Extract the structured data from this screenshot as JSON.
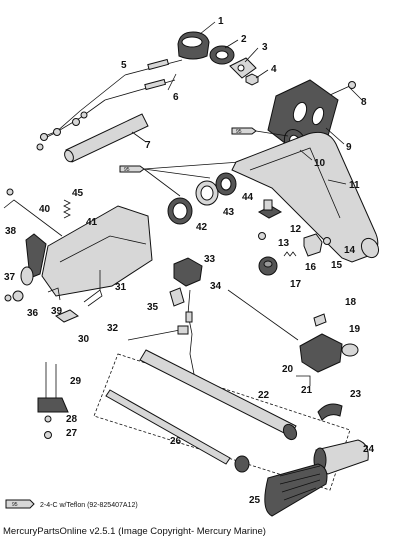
{
  "callouts": [
    {
      "id": "1",
      "label": "1"
    },
    {
      "id": "2",
      "label": "2"
    },
    {
      "id": "3",
      "label": "3"
    },
    {
      "id": "4",
      "label": "4"
    },
    {
      "id": "5",
      "label": "5"
    },
    {
      "id": "6",
      "label": "6"
    },
    {
      "id": "7",
      "label": "7"
    },
    {
      "id": "8",
      "label": "8"
    },
    {
      "id": "9",
      "label": "9"
    },
    {
      "id": "10",
      "label": "10"
    },
    {
      "id": "11",
      "label": "11"
    },
    {
      "id": "12",
      "label": "12"
    },
    {
      "id": "13",
      "label": "13"
    },
    {
      "id": "14",
      "label": "14"
    },
    {
      "id": "15",
      "label": "15"
    },
    {
      "id": "16",
      "label": "16"
    },
    {
      "id": "17",
      "label": "17"
    },
    {
      "id": "18",
      "label": "18"
    },
    {
      "id": "19",
      "label": "19"
    },
    {
      "id": "20",
      "label": "20"
    },
    {
      "id": "21",
      "label": "21"
    },
    {
      "id": "22",
      "label": "22"
    },
    {
      "id": "23",
      "label": "23"
    },
    {
      "id": "24",
      "label": "24"
    },
    {
      "id": "25",
      "label": "25"
    },
    {
      "id": "26",
      "label": "26"
    },
    {
      "id": "27",
      "label": "27"
    },
    {
      "id": "28",
      "label": "28"
    },
    {
      "id": "29",
      "label": "29"
    },
    {
      "id": "30",
      "label": "30"
    },
    {
      "id": "31",
      "label": "31"
    },
    {
      "id": "32",
      "label": "32"
    },
    {
      "id": "33",
      "label": "33"
    },
    {
      "id": "34",
      "label": "34"
    },
    {
      "id": "35",
      "label": "35"
    },
    {
      "id": "36",
      "label": "36"
    },
    {
      "id": "37",
      "label": "37"
    },
    {
      "id": "38",
      "label": "38"
    },
    {
      "id": "39",
      "label": "39"
    },
    {
      "id": "40",
      "label": "40"
    },
    {
      "id": "41",
      "label": "41"
    },
    {
      "id": "42",
      "label": "42"
    },
    {
      "id": "43",
      "label": "43"
    },
    {
      "id": "44",
      "label": "44"
    },
    {
      "id": "45",
      "label": "45"
    }
  ],
  "sealant_tag": "95",
  "legend": {
    "tag": "95",
    "text": "2-4-C w/Teflon (92-825407A12)"
  },
  "footer": "MercuryPartsOnline v2.5.1 (Image Copyright- Mercury Marine)",
  "colors": {
    "ink": "#111111",
    "part_fill": "#d7d7d7",
    "background": "#ffffff"
  }
}
